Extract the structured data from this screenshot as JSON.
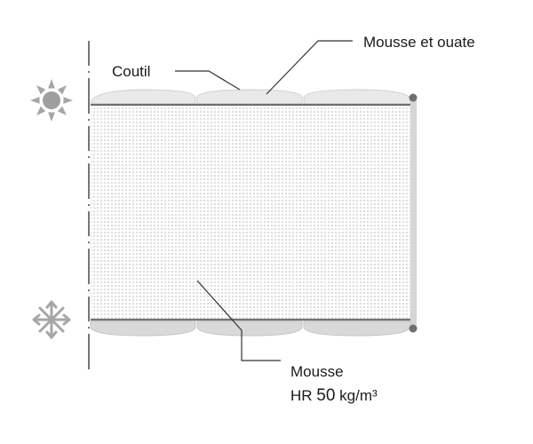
{
  "labels": {
    "coutil": "Coutil",
    "mousse_ouate": "Mousse et ouate",
    "core_line1": "Mousse",
    "core_line2_prefix": "HR ",
    "core_line2_number": "50",
    "core_line2_unit": " kg/m³"
  },
  "icons": {
    "top": "sun-icon",
    "bottom": "four-way-arrows-icon"
  },
  "colors": {
    "outline": "#6f6f6f",
    "quilt_fill": "#e9e9e9",
    "quilt_fill_bottom": "#d9d9d9",
    "core_dots": "#a9a9a9",
    "side_band": "#d6d6d6",
    "icon_gray": "#a6a6a6",
    "sun_center": "#9e9e9e",
    "leader": "#333333"
  }
}
